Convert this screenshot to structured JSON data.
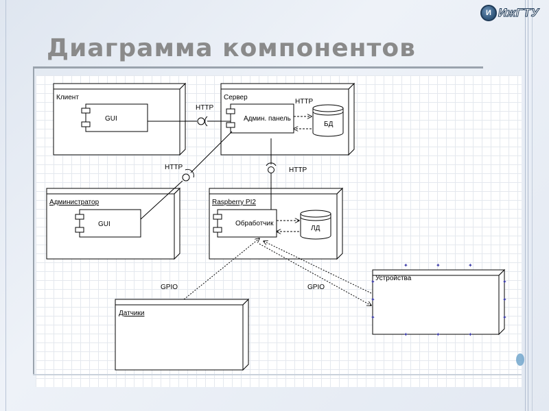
{
  "logo": {
    "text": "ИжГТУ",
    "emblem": "И"
  },
  "title": "Диаграмма компонентов",
  "diagram": {
    "nodes": {
      "client": {
        "label": "Клиент",
        "component": "GUI"
      },
      "server": {
        "label": "Сервер",
        "component": "Админ. панель",
        "db": "БД"
      },
      "admin": {
        "label": "Администратор",
        "component": "GUI"
      },
      "rpi": {
        "label": "Raspberry PI2",
        "component": "Обработчик",
        "db": "ЛД"
      },
      "sensors": {
        "label": "Датчики"
      },
      "devices": {
        "label": "Устройства"
      }
    },
    "edges": {
      "client_server": "HTTP",
      "server_db": "HTTP",
      "admin_server": "HTTP",
      "server_rpi": "HTTP",
      "sensors_rpi": "GPIO",
      "devices_rpi": "GPIO"
    }
  },
  "colors": {
    "title": "#8a8a8a",
    "line": "#000000",
    "handle": "#3a3aa8"
  }
}
